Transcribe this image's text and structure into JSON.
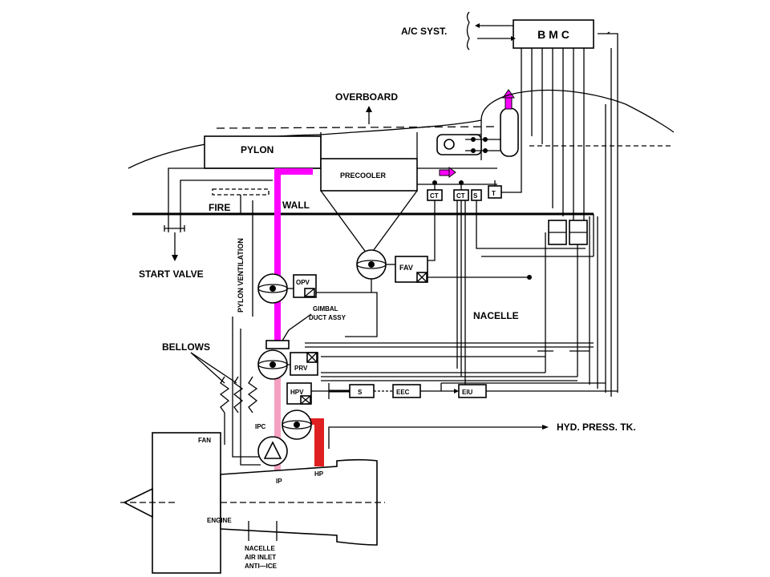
{
  "colors": {
    "bleed_air_duct": "#ff00ff",
    "ip_duct": "#f4a0c0",
    "hp_duct": "#e02020",
    "flow_arrow": "#ff00ff"
  },
  "labels": {
    "ac_syst": "A/C SYST.",
    "bmc": "B M C",
    "overboard": "OVERBOARD",
    "pylon": "PYLON",
    "precooler": "PRECOOLER",
    "fire": "FIRE",
    "wall": "WALL",
    "ct_1": "CT",
    "ct_2": "CT",
    "s": "S",
    "t": "T",
    "start_valve": "START VALVE",
    "pylon_ventilation": "PYLON VENTILATION",
    "fav": "FAV",
    "opv": "OPV",
    "gimbal": "GIMBAL",
    "duct_assy": "DUCT ASSY",
    "nacelle": "NACELLE",
    "bellows": "BELLOWS",
    "prv": "PRV",
    "hpv": "HPV",
    "s_solenoid": "S",
    "eec": "EEC",
    "eiu": "EIU",
    "hyd_press_tk": "HYD. PRESS. TK.",
    "fan": "FAN",
    "ipc": "IPC",
    "ip": "IP",
    "hp": "HP",
    "engine": "ENGINE",
    "nacelle_inlet_1": "NACELLE",
    "nacelle_inlet_2": "AIR INLET",
    "nacelle_inlet_3": "ANTI—ICE"
  }
}
